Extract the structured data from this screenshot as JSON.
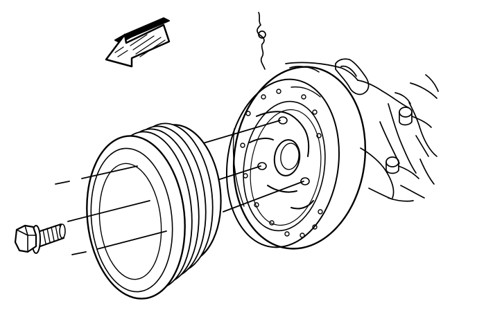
{
  "figure": {
    "background": "#ffffff",
    "line_color": "#000000",
    "parts": [
      "direction-arrow",
      "engine-block",
      "harmonic-balancer",
      "crankshaft-pulley",
      "pulley-bolt",
      "alignment-lines"
    ]
  }
}
